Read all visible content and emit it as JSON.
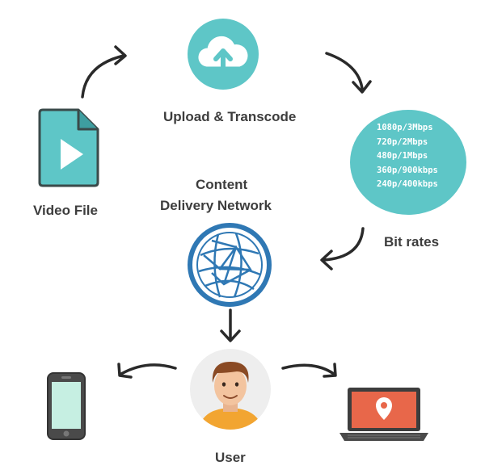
{
  "labels": {
    "upload": "Upload & Transcode",
    "video_file": "Video File",
    "cdn_line1": "Content",
    "cdn_line2": "Delivery Network",
    "bit_rates": "Bit rates",
    "user": "User"
  },
  "bitrates": [
    "1080p/3Mbps",
    "720p/2Mbps",
    "480p/1Mbps",
    "360p/900kbps",
    "240p/400kbps"
  ],
  "colors": {
    "teal": "#5ec6c7",
    "teal_dark": "#3e9ea0",
    "cdn_blue": "#2f78b4",
    "arrow": "#2a2a2a",
    "user_shirt": "#f2a531",
    "laptop_screen": "#e8674a",
    "phone_screen": "#c6efe2"
  },
  "icons": {
    "upload": "cloud-upload-icon",
    "video_file": "video-file-icon",
    "cdn": "globe-network-icon",
    "user": "user-avatar-icon",
    "phone": "smartphone-icon",
    "laptop": "laptop-location-icon"
  }
}
